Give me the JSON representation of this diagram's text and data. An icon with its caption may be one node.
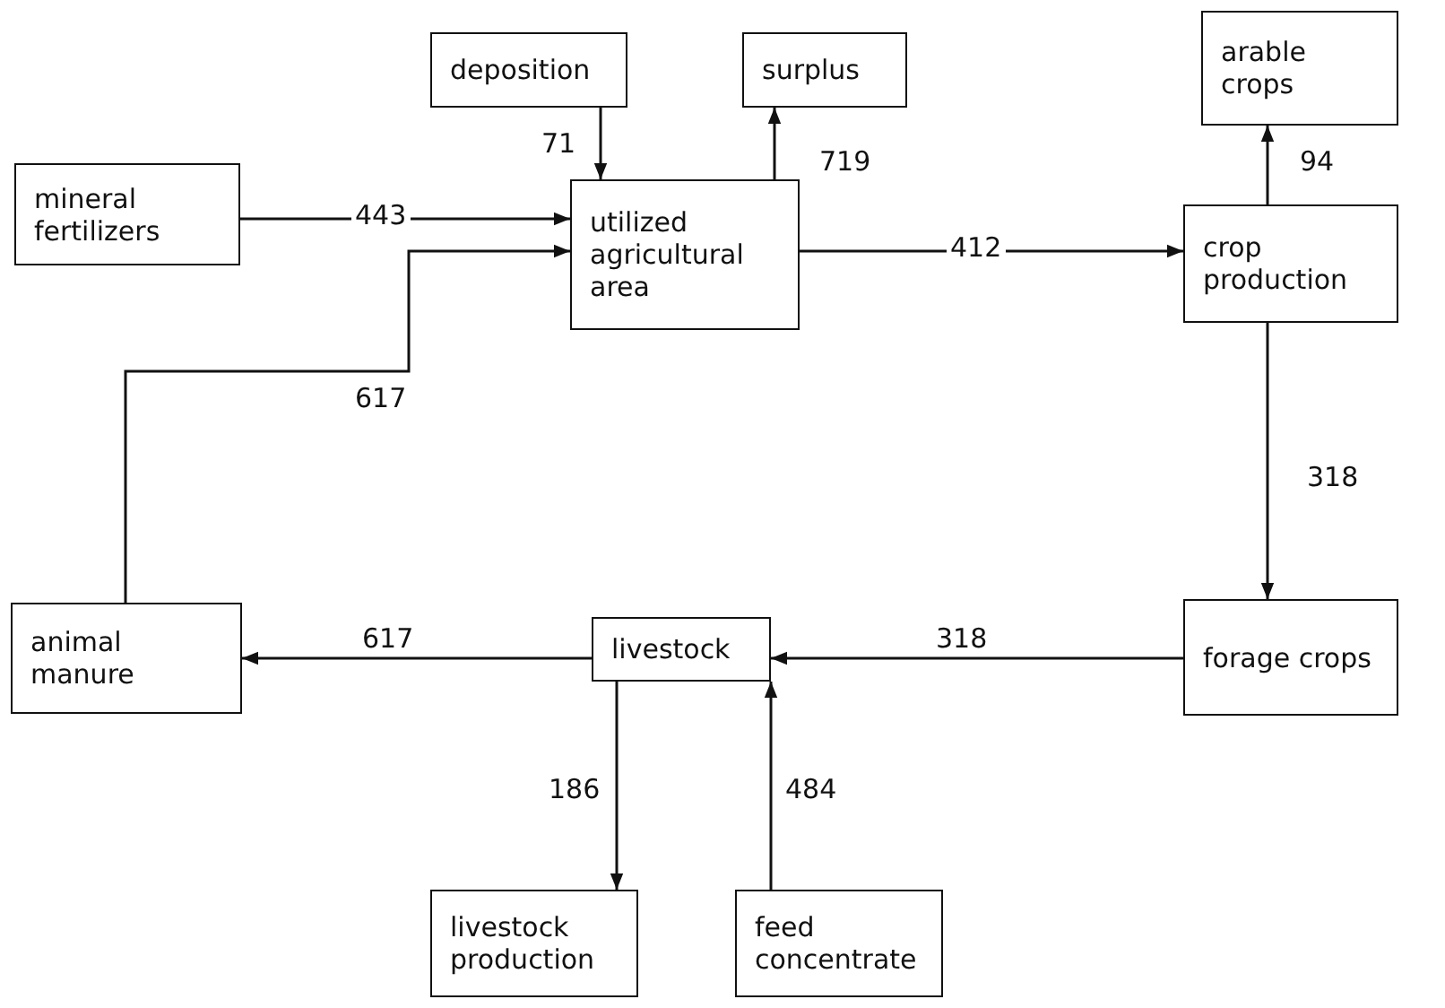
{
  "diagram": {
    "nodes": [
      {
        "text": [
          "deposition"
        ]
      },
      {
        "text": [
          "surplus"
        ]
      },
      {
        "text": [
          "arable crops"
        ]
      },
      {
        "text": [
          "mineral fertilizers"
        ]
      },
      {
        "text": [
          "utilized agricultural area"
        ]
      },
      {
        "text": [
          "crop production"
        ]
      },
      {
        "text": [
          "animal manure"
        ]
      },
      {
        "text": [
          "livestock"
        ]
      },
      {
        "text": [
          "forage crops"
        ]
      },
      {
        "text": [
          "livestock production"
        ]
      },
      {
        "text": [
          "feed concentrate"
        ]
      }
    ],
    "edges": [
      {
        "from": 0,
        "to": 4,
        "arrow": "to",
        "label": "71"
      },
      {
        "from": 4,
        "to": 1,
        "arrow": "to",
        "label": "719"
      },
      {
        "from": 3,
        "to": 4,
        "arrow": "to",
        "label": "443"
      },
      {
        "from": 6,
        "to": 4,
        "arrow": "to",
        "label": "617"
      },
      {
        "from": 4,
        "to": 5,
        "arrow": "to",
        "label": "412"
      },
      {
        "from": 5,
        "to": 2,
        "arrow": "to",
        "label": "94"
      },
      {
        "from": 5,
        "to": 8,
        "arrow": "to",
        "label": "318"
      },
      {
        "from": 8,
        "to": 7,
        "arrow": "to",
        "label": "318"
      },
      {
        "from": 7,
        "to": 6,
        "arrow": "to",
        "label": "617"
      },
      {
        "from": 7,
        "to": 9,
        "arrow": "to",
        "label": "186"
      },
      {
        "from": 10,
        "to": 7,
        "arrow": "to",
        "label": "484"
      }
    ]
  }
}
